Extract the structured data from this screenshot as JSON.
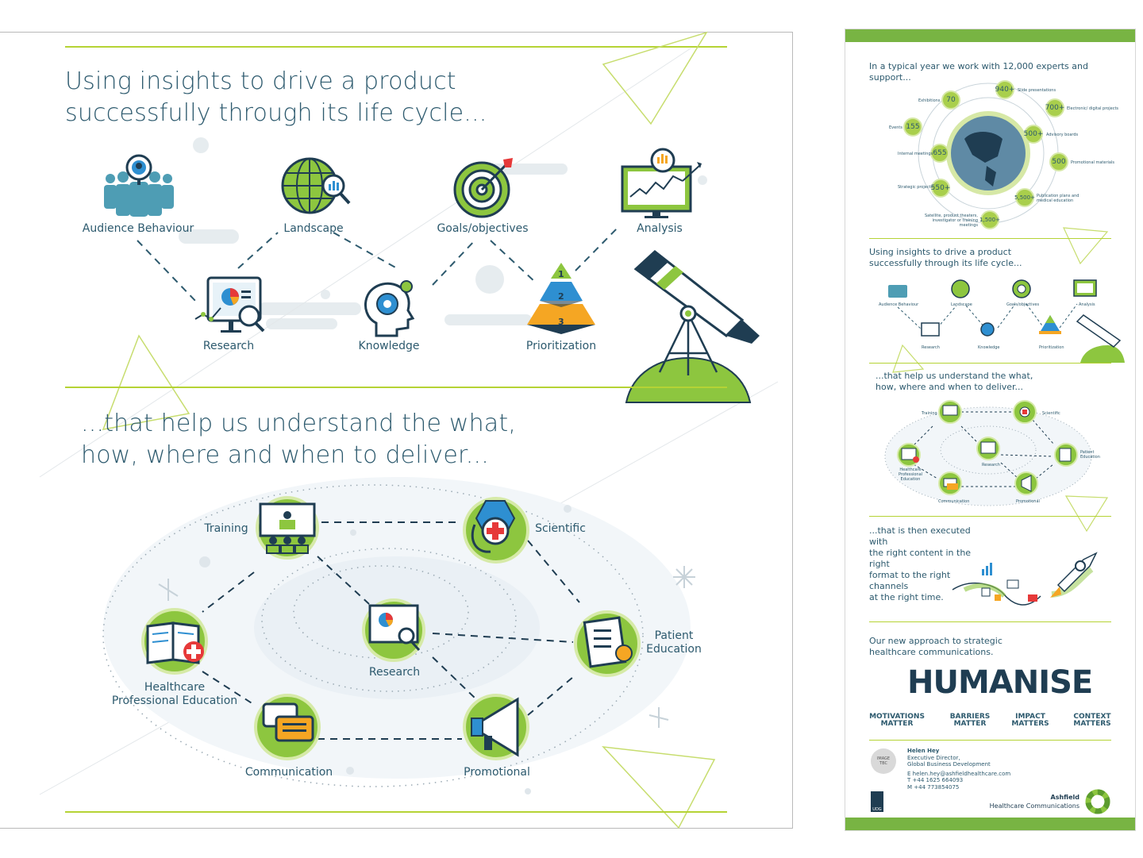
{
  "left": {
    "section1_title_line1": "Using insights to drive a product",
    "section1_title_line2": "successfully through its life cycle...",
    "nodes_top": {
      "audience": "Audience Behaviour",
      "landscape": "Landscape",
      "goals": "Goals/objectives",
      "analysis": "Analysis",
      "research": "Research",
      "knowledge": "Knowledge",
      "prioritization": "Prioritization"
    },
    "pyramid": [
      "1",
      "2",
      "3"
    ],
    "section2_title_line1": "...that help us understand the what,",
    "section2_title_line2": "how, where and when to deliver...",
    "nodes_bottom": {
      "training": "Training",
      "scientific": "Scientific",
      "research": "Research",
      "patient_line1": "Patient",
      "patient_line2": "Education",
      "hcp_line1": "Healthcare",
      "hcp_line2": "Professional Education",
      "communication": "Communication",
      "promotional": "Promotional"
    }
  },
  "right": {
    "intro": "In a typical year we work with 12,000 experts and support...",
    "stats": [
      {
        "value": "70",
        "label": "Exhibitions"
      },
      {
        "value": "940+",
        "label": "Slide presentations"
      },
      {
        "value": "700+",
        "label": "Electronic/ digital projects"
      },
      {
        "value": "155",
        "label": "Events"
      },
      {
        "value": "500+",
        "label": "Advisory boards"
      },
      {
        "value": "655",
        "label": "Internal meetings"
      },
      {
        "value": "500",
        "label": "Promotional materials"
      },
      {
        "value": "550+",
        "label": "Strategic projects"
      },
      {
        "value": "5,500+",
        "label": "Publication plans and medical education"
      },
      {
        "value": "1,500+",
        "label": "Satellite, product theaters, investigator or training meetings"
      }
    ],
    "sec1_line1": "Using insights to drive a product",
    "sec1_line2": "successfully through its life cycle...",
    "sec1_labels": [
      "Audience Behaviour",
      "Landscape",
      "Goals/objectives",
      "Analysis",
      "Research",
      "Knowledge",
      "Prioritization"
    ],
    "sec2_line1": "...that help us understand the what,",
    "sec2_line2": "how, where and when to deliver...",
    "sec2_labels": [
      "Training",
      "Scientific",
      "Research",
      "Patient Education",
      "Healthcare Professional Education",
      "Communication",
      "Promotional"
    ],
    "sec3_lines": [
      "...that is then executed with",
      "the right content in the right",
      "format to the right channels",
      "at the right time."
    ],
    "sec4_line1": "Our new approach to strategic",
    "sec4_line2": "healthcare communications.",
    "brand_word": "HUMANISE",
    "pillars": [
      {
        "l1": "MOTIVATIONS",
        "l2": "MATTER"
      },
      {
        "l1": "BARRIERS",
        "l2": "MATTER"
      },
      {
        "l1": "IMPACT",
        "l2": "MATTERS"
      },
      {
        "l1": "CONTEXT",
        "l2": "MATTERS"
      }
    ],
    "image_placeholder": "IMAGE TBC",
    "contact_name": "Helen Hey",
    "contact_title1": "Executive Director,",
    "contact_title2": "Global Business Development",
    "contact_email": "E helen.hey@ashfieldhealthcare.com",
    "contact_tel": "T +44 1625 664093",
    "contact_mob": "M +44 773854075",
    "udg": "UDG",
    "company_line1": "Ashfield",
    "company_line2": "Healthcare Communications"
  },
  "colors": {
    "navy": "#2d5a6e",
    "green": "#8dc63f",
    "lime": "#b5d335",
    "orange": "#f5a623",
    "blue": "#2e8fd1",
    "red": "#e63939"
  }
}
